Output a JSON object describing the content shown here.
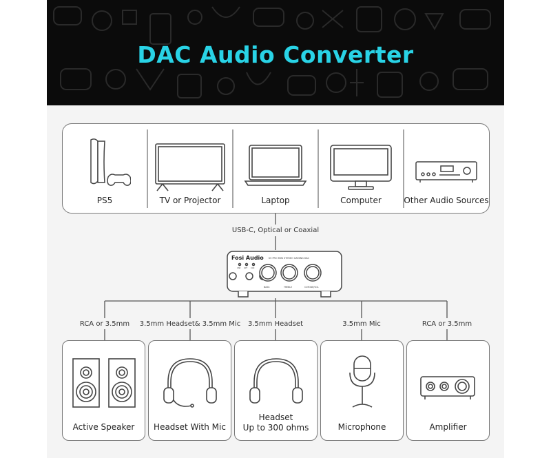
{
  "title": "DAC Audio Converter",
  "colors": {
    "banner_bg": "#0b0b0b",
    "title": "#29d3e6",
    "panel_bg": "#f4f4f4",
    "stroke": "#555555"
  },
  "sources": [
    {
      "label": "PS5",
      "icon": "ps5-console-icon"
    },
    {
      "label": "TV or Projector",
      "icon": "tv-icon"
    },
    {
      "label": "Laptop",
      "icon": "laptop-icon"
    },
    {
      "label": "Computer",
      "icon": "monitor-icon"
    },
    {
      "label": "Other Audio Sources",
      "icon": "audio-receiver-icon"
    }
  ],
  "connection_label": "USB-C, Optical or Coaxial",
  "device": {
    "brand": "Fosi Audio",
    "model": "K5 PRO MINI STEREO GAMING DAC",
    "knob_labels": [
      "BASS",
      "TREBLE",
      "O.MODE/VOL"
    ],
    "led_labels": [
      "USB",
      "OPT",
      "COX"
    ]
  },
  "outputs": [
    {
      "connection": "RCA or 3.5mm",
      "label": "Active Speaker",
      "icon": "speaker-pair-icon"
    },
    {
      "connection": "3.5mm Headset& 3.5mm Mic",
      "label": "Headset With Mic",
      "icon": "headset-mic-icon"
    },
    {
      "connection": "3.5mm Headset",
      "label_line1": "Headset",
      "label_line2": "Up to 300 ohms",
      "icon": "headphones-icon"
    },
    {
      "connection": "3.5mm Mic",
      "label": "Microphone",
      "icon": "microphone-icon"
    },
    {
      "connection": "RCA or 3.5mm",
      "label": "Amplifier",
      "icon": "amplifier-icon"
    }
  ]
}
